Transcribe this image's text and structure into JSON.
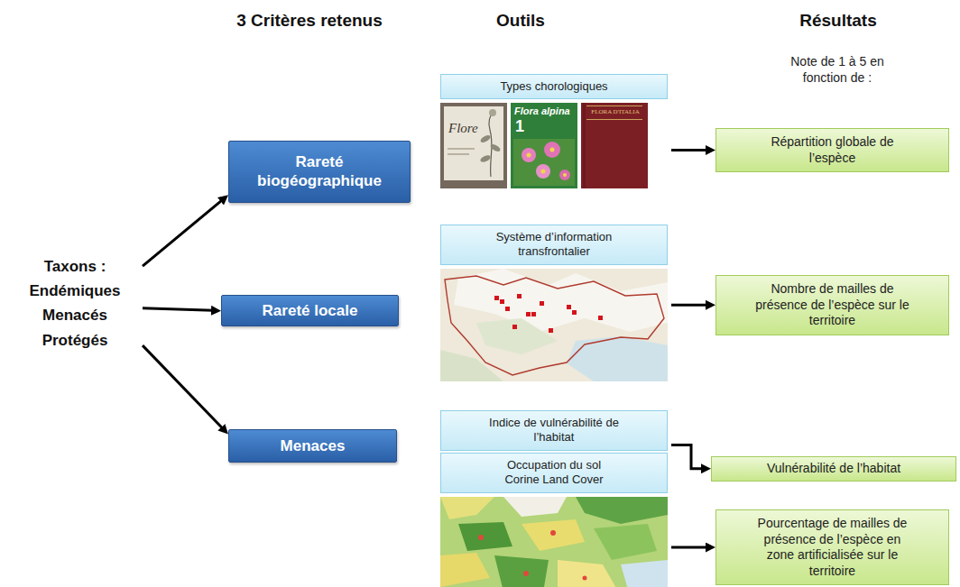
{
  "diagram": {
    "nodes": [
      {
        "text": [
          "Taxons :",
          "Endémiques",
          "Menacés",
          "Protégés"
        ]
      },
      {
        "text": [
          "Rareté biogéographique"
        ]
      },
      {
        "text": [
          "Rareté locale"
        ]
      },
      {
        "text": [
          "Menaces"
        ]
      },
      {
        "text": [
          "Types chorologiques"
        ]
      },
      {
        "text": [
          "Système d’information transfrontalier"
        ]
      },
      {
        "text": [
          "Indice de vulnérabilité de l’habitat"
        ]
      },
      {
        "text": [
          "Occupation du sol Corine Land Cover"
        ]
      },
      {
        "text": [
          "Répartition globale de l’espèce"
        ]
      },
      {
        "text": [
          "Nombre de mailles de présence de l’espèce sur le territoire"
        ]
      },
      {
        "text": [
          "Vulnérabilité de l’habitat"
        ]
      },
      {
        "text": [
          "Pourcentage de mailles de présence de l’espèce en zone artificialisée sur le territoire"
        ]
      }
    ],
    "edges": [
      {
        "from": 0,
        "to": 1,
        "arrow": "to"
      },
      {
        "from": 0,
        "to": 2,
        "arrow": "to"
      },
      {
        "from": 0,
        "to": 3,
        "arrow": "to"
      },
      {
        "from": 4,
        "to": 8,
        "arrow": "to"
      },
      {
        "from": 5,
        "to": 9,
        "arrow": "to"
      },
      {
        "from": 6,
        "to": 10,
        "arrow": "to"
      },
      {
        "from": 7,
        "to": 11,
        "arrow": "to"
      }
    ],
    "labels": [
      "3 Critères retenus",
      "Outils",
      "Résultats",
      "Note de 1 à 5 en fonction de :",
      "Flore",
      "Flora alpina",
      "1",
      "FLORA D'ITALIA"
    ]
  }
}
